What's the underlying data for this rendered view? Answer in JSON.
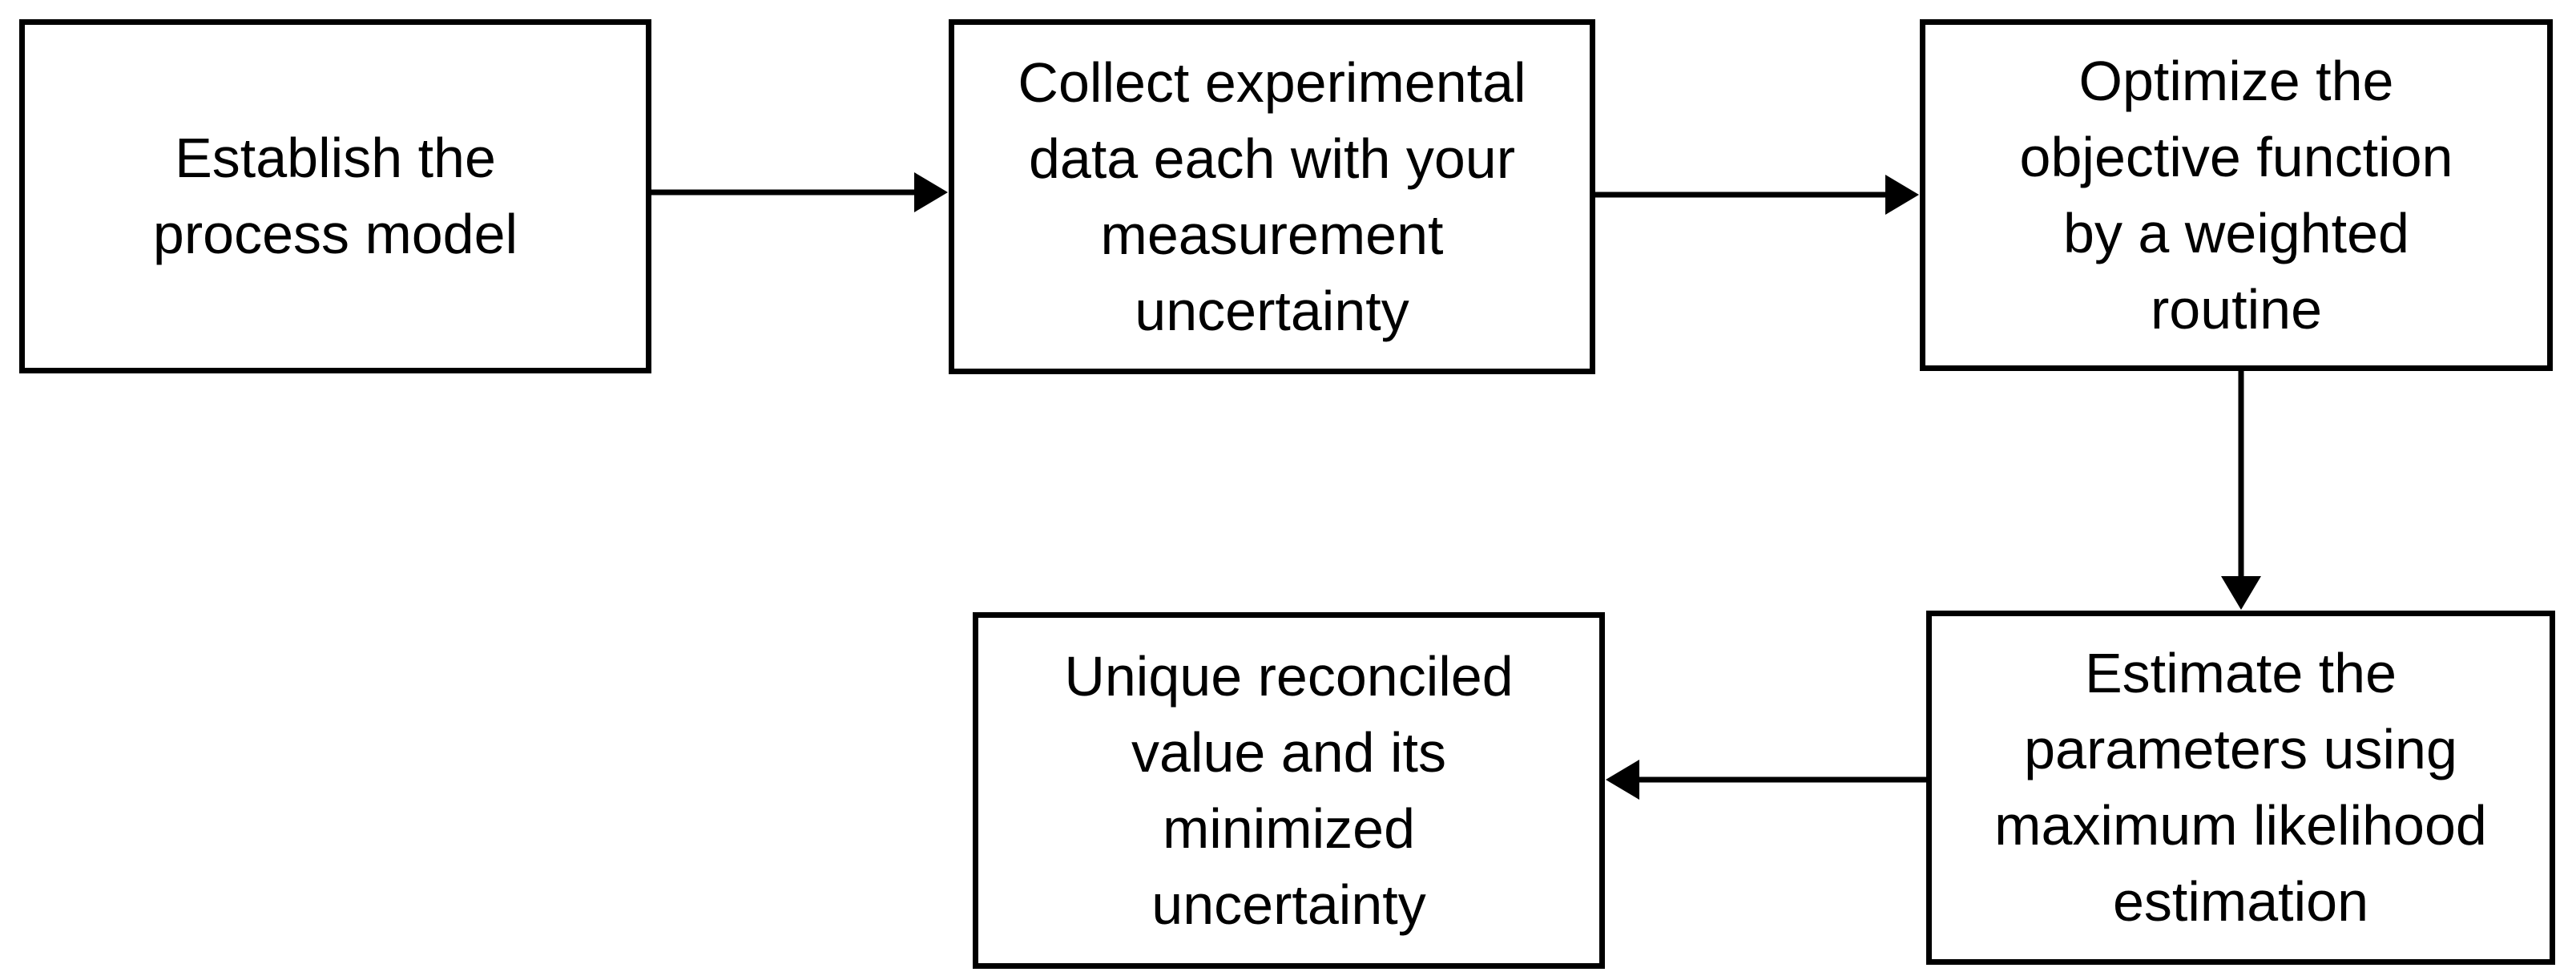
{
  "flowchart": {
    "background_color": "#ffffff",
    "box_fill_color": "#ffffff",
    "box_border_color": "#000000",
    "text_color": "#000000",
    "arrow_color": "#000000",
    "nodes": [
      {
        "id": "establish-the-process-model",
        "text": "Establish the process model",
        "lines": [
          "Establish the",
          "process model"
        ]
      },
      {
        "id": "collect-experimental-data",
        "text": "Collect experimental data each with your measurement uncertainty",
        "lines": [
          "Collect experimental",
          "data each with your",
          "measurement",
          "uncertainty"
        ]
      },
      {
        "id": "optimize-objective-function",
        "text": "Optimize the objective function by a weighted routine",
        "lines": [
          "Optimize the",
          "objective function",
          "by a weighted",
          "routine"
        ]
      },
      {
        "id": "estimate-parameters",
        "text": "Estimate the parameters using maximum likelihood estimation",
        "lines": [
          "Estimate the",
          "parameters using",
          "maximum likelihood",
          "estimation"
        ]
      },
      {
        "id": "unique-reconciled-value",
        "text": "Unique reconciled value and its minimized uncertainty",
        "lines": [
          "Unique reconciled",
          "value and its",
          "minimized",
          "uncertainty"
        ]
      }
    ],
    "arrows": [
      {
        "from": "establish-the-process-model",
        "to": "collect-experimental-data",
        "direction": "right"
      },
      {
        "from": "collect-experimental-data",
        "to": "optimize-objective-function",
        "direction": "right"
      },
      {
        "from": "optimize-objective-function",
        "to": "estimate-parameters",
        "direction": "down"
      },
      {
        "from": "estimate-parameters",
        "to": "unique-reconciled-value",
        "direction": "left"
      }
    ]
  }
}
